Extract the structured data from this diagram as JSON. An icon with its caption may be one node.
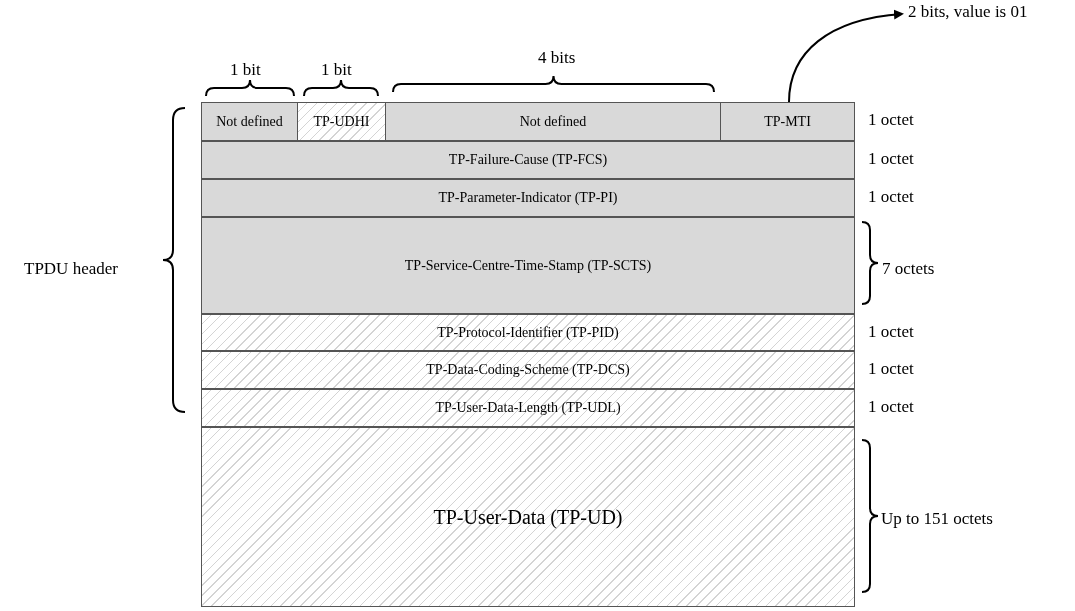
{
  "diagram": {
    "nodes": [
      {
        "text": [
          "Not defined"
        ]
      },
      {
        "text": [
          "TP-UDHI"
        ]
      },
      {
        "text": [
          "Not defined"
        ]
      },
      {
        "text": [
          "TP-MTI"
        ]
      },
      {
        "text": [
          "TP-Failure-Cause (TP-FCS)"
        ]
      },
      {
        "text": [
          "TP-Parameter-Indicator (TP-PI)"
        ]
      },
      {
        "text": [
          "TP-Service-Centre-Time-Stamp (TP-SCTS)"
        ]
      },
      {
        "text": [
          "TP-Protocol-Identifier (TP-PID)"
        ]
      },
      {
        "text": [
          "TP-Data-Coding-Scheme (TP-DCS)"
        ]
      },
      {
        "text": [
          "TP-User-Data-Length (TP-UDL)"
        ]
      },
      {
        "text": [
          "TP-User-Data (TP-UD)"
        ]
      },
      {
        "text": [
          "2 bits, value is 01"
        ]
      }
    ],
    "edges": [
      {
        "from": 3,
        "to": 11,
        "arrow": "to"
      }
    ],
    "labels": [
      "1 bit",
      "1 bit",
      "4 bits",
      "1 octet",
      "1 octet",
      "1 octet",
      "TPDU header",
      "7 octets",
      "1 octet",
      "1 octet",
      "1 octet",
      "Up to 151 octets"
    ]
  }
}
